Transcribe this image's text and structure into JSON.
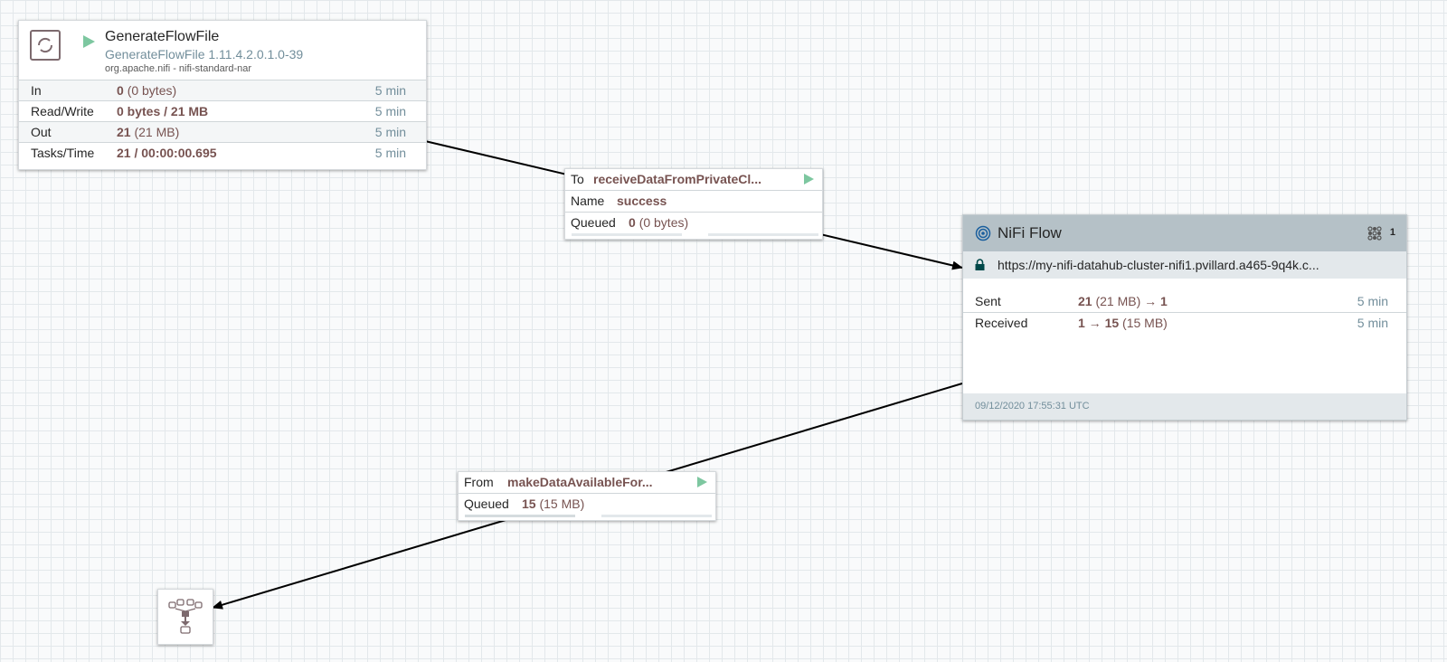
{
  "processor": {
    "name": "GenerateFlowFile",
    "type": "GenerateFlowFile 1.11.4.2.0.1.0-39",
    "bundle": "org.apache.nifi - nifi-standard-nar",
    "stats": [
      {
        "label": "In",
        "value": "0",
        "sub": "(0 bytes)",
        "time": "5 min"
      },
      {
        "label": "Read/Write",
        "value": "0 bytes / 21 MB",
        "sub": "",
        "time": "5 min"
      },
      {
        "label": "Out",
        "value": "21",
        "sub": "(21 MB)",
        "time": "5 min"
      },
      {
        "label": "Tasks/Time",
        "value": "21 / 00:00:00.695",
        "sub": "",
        "time": "5 min"
      }
    ]
  },
  "connection_out": {
    "to_label": "To",
    "to_value": "receiveDataFromPrivateCl...",
    "name_label": "Name",
    "name_value": "success",
    "queued_label": "Queued",
    "queued_value": "0",
    "queued_sub": "(0 bytes)"
  },
  "connection_in": {
    "from_label": "From",
    "from_value": "makeDataAvailableFor...",
    "queued_label": "Queued",
    "queued_value": "15",
    "queued_sub": "(15 MB)"
  },
  "remote_group": {
    "title": "NiFi Flow",
    "port_count": "1",
    "url": "https://my-nifi-datahub-cluster-nifi1.pvillard.a465-9q4k.c...",
    "sent_label": "Sent",
    "sent_value": "21",
    "sent_sub": "(21 MB) →",
    "sent_count": "1",
    "sent_time": "5 min",
    "received_label": "Received",
    "received_value": "1 →",
    "received_count": "15",
    "received_sub": "(15 MB)",
    "received_time": "5 min",
    "timestamp": "09/12/2020 17:55:31 UTC"
  },
  "colors": {
    "run_green": "#7dc7a0",
    "value_brown": "#775351",
    "muted_blue": "#728e9b",
    "header_gray": "#b5c1c7"
  },
  "icons": [
    "processor-icon",
    "play-icon",
    "remote-group-icon",
    "lock-icon",
    "ports-icon",
    "funnel-icon"
  ]
}
